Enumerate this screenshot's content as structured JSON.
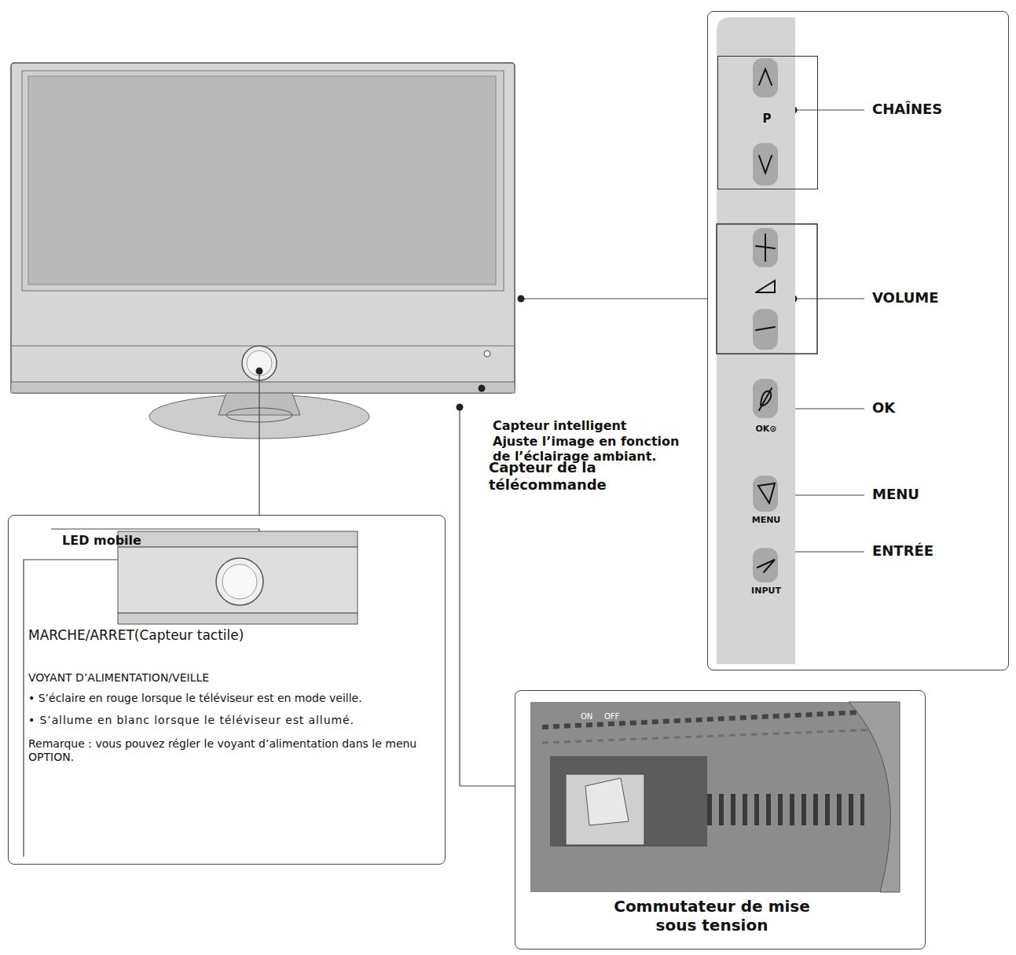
{
  "diagram": {
    "nodes": [
      {
        "text": [
          "LED mobile",
          "MARCHE/ARRET(Capteur tactile)",
          "VOYANT D’ALIMENTATION/VEILLE",
          "• S’éclaire en rouge lorsque le téléviseur est en mode veille.",
          "• S’allume en blanc lorsque le téléviseur est allumé.",
          "Remarque : vous pouvez régler le voyant d’alimentation dans le menu OPTION."
        ]
      },
      {
        "text": [
          "OK⊙",
          "MENU",
          "INPUT"
        ]
      },
      {
        "text": [
          "P"
        ],
        "in": 1
      },
      {
        "text": [
          "ON",
          "OFF",
          "Commutateur de mise sous tension"
        ]
      }
    ],
    "labels": [
      "CHAÎNES",
      "VOLUME",
      "OK",
      "MENU",
      "ENTRÉE",
      "Capteur intelligent",
      "Ajuste l’image en fonction de l’éclairage ambiant.",
      "Capteur de la télécommande"
    ]
  }
}
